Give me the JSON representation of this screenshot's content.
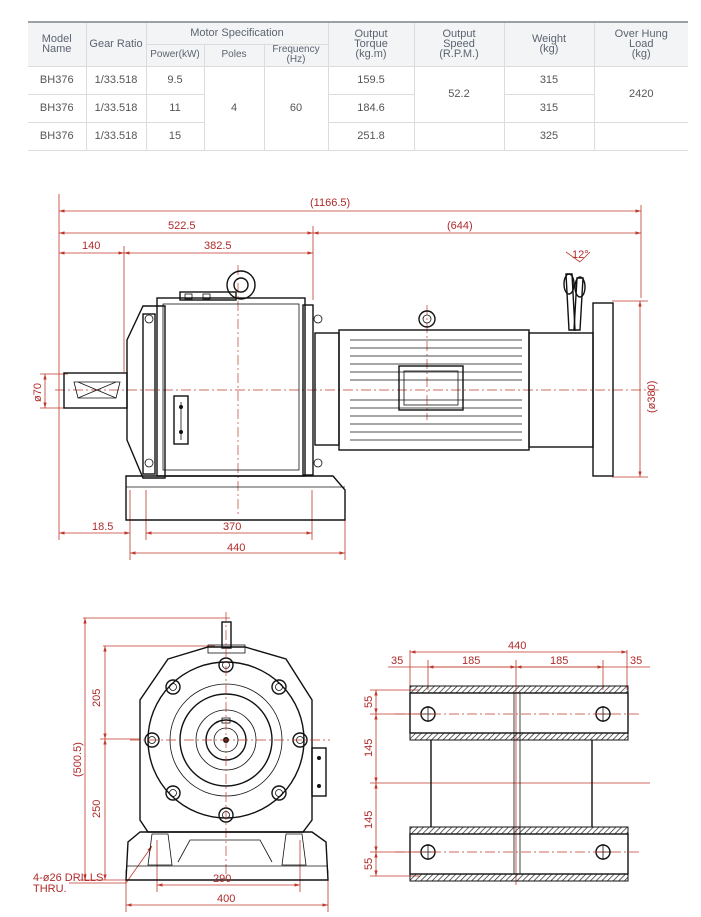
{
  "table": {
    "headers": {
      "model_name": "Model Name",
      "gear_ratio": "Gear Ratio",
      "motor_spec": "Motor Specification",
      "power": "Power(kW)",
      "poles": "Poles",
      "frequency": "Frequency (Hz)",
      "output_torque": [
        "Output",
        "Torque",
        "(kg.m)"
      ],
      "output_speed": [
        "Output",
        "Speed",
        "(R.P.M.)"
      ],
      "weight": [
        "Weight",
        "(kg)"
      ],
      "over_hung_load": [
        "Over Hung",
        "Load",
        "(kg)"
      ]
    },
    "rows": [
      {
        "model": "BH376",
        "ratio": "1/33.518",
        "power": "9.5",
        "torque": "159.5",
        "weight": "315"
      },
      {
        "model": "BH376",
        "ratio": "1/33.518",
        "power": "11",
        "torque": "184.6",
        "weight": "315"
      },
      {
        "model": "BH376",
        "ratio": "1/33.518",
        "power": "15",
        "torque": "251.8",
        "weight": "325"
      }
    ],
    "shared": {
      "poles": "4",
      "frequency": "60",
      "speed": "52.2",
      "over_hung_load": "2420"
    }
  },
  "side_view": {
    "overall": "(1166.5)",
    "d_522_5": "522.5",
    "d_644": "(644)",
    "d_140": "140",
    "d_382_5": "382.5",
    "d_angle": "12°",
    "d_shaft": "ø70",
    "d_flange": "(ø380)",
    "d_18_5": "18.5",
    "d_370": "370",
    "d_440": "440"
  },
  "front_view": {
    "d_205": "205",
    "d_500_5": "(500.5)",
    "d_250": "250",
    "d_290": "290",
    "d_400": "400",
    "note_line1": "4-ø26  DRILLS",
    "note_line2": "THRU."
  },
  "base_view": {
    "d_440": "440",
    "d_35_left": "35",
    "d_185_left": "185",
    "d_185_right": "185",
    "d_35_right": "35",
    "d_55_top": "55",
    "d_145_top": "145",
    "d_145_bottom": "145",
    "d_55_bottom": "55"
  }
}
